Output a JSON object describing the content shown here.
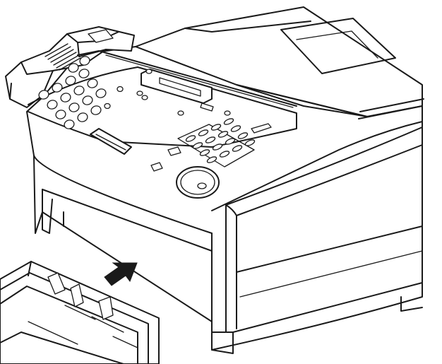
{
  "figure": {
    "subject": "fax-machine",
    "parts": [
      "handset",
      "speaker-grille",
      "dial-keypad",
      "lcd-display",
      "control-panel",
      "one-touch-keypad",
      "navigator-dial",
      "document-feed-slot",
      "paper-tray",
      "insert-arrow"
    ],
    "arrow_direction": "up-right",
    "line_color": "#1a1a1a",
    "background_color": "#ffffff"
  }
}
